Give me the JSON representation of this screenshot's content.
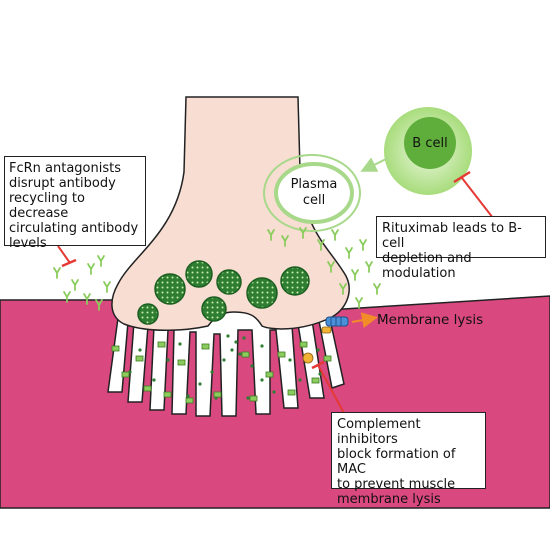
{
  "callouts": {
    "fcrn": "FcRn antagonists\ndisrupt antibody\nrecycling to decrease\ncirculating antibody\nlevels",
    "rituximab": "Rituximab leads to B-cell\ndepletion and modulation",
    "complement": "Complement inhibitors\nblock formation of MAC\nto prevent muscle\nmembrane lysis"
  },
  "labels": {
    "b_cell": "B cell",
    "plasma_line1": "Plasma",
    "plasma_line2": "cell",
    "membrane_lysis": "Membrane lysis"
  },
  "colors": {
    "muscle": "#d9487f",
    "nerve_terminal": "#f7ddd2",
    "green": "#8ccc5e",
    "vesicle": "#2e7d32",
    "inhibitor_line": "#e53935",
    "arrow_orange": "#f28c28",
    "outline": "#222222"
  }
}
